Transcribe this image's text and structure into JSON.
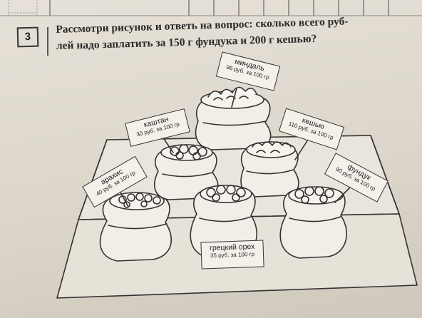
{
  "task": {
    "number": "3",
    "line1": "Рассмотри рисунок и ответь на вопрос: сколько всего руб-",
    "line2": "лей надо заплатить за 150 г фундука и 200 г кешью?"
  },
  "tags": {
    "mindal": {
      "name": "миндаль",
      "price": "96 руб. за 100 гр"
    },
    "kashtan": {
      "name": "каштан",
      "price": "30 руб. за 100 гр"
    },
    "keshyu": {
      "name": "кешью",
      "price": "110 руб. за 100 гр"
    },
    "arakhis": {
      "name": "арахис",
      "price": "40 руб. за 100 гр"
    },
    "funduk": {
      "name": "фундук",
      "price": "90 руб. за 100 гр"
    },
    "gretskiy": {
      "name": "грецкий орех",
      "price": "35 руб. за 100 гр"
    }
  }
}
